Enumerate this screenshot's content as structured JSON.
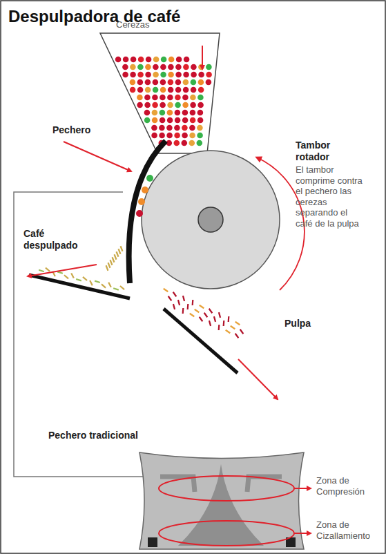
{
  "diagram": {
    "title": "Despulpadora de café",
    "labels": [
      "Cerezas",
      "Tambor rotador",
      "El tambor comprime contra el pechero las cerezas separando el café de la pulpa",
      "Pechero",
      "Café despulpado",
      "Pulpa",
      "Pechero tradicional",
      "Zona de Compresión",
      "Zona de Cizallamiento"
    ]
  }
}
